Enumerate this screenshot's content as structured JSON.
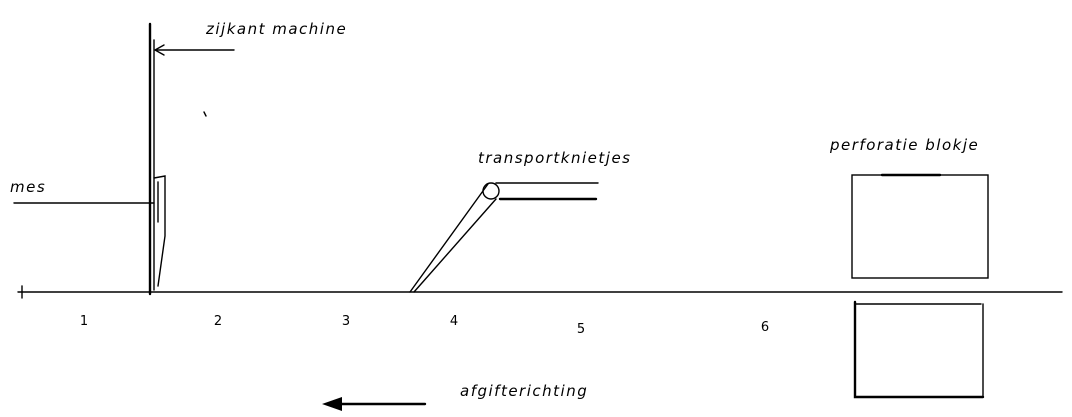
{
  "labels": {
    "machine_side": "zijkant machine",
    "knife": "mes",
    "transport_knobs": "transportknietjes",
    "perforation_block": "perforatie blokje",
    "feed_direction": "afgifterichting"
  },
  "positions": [
    "1",
    "2",
    "3",
    "4",
    "5",
    "6"
  ]
}
